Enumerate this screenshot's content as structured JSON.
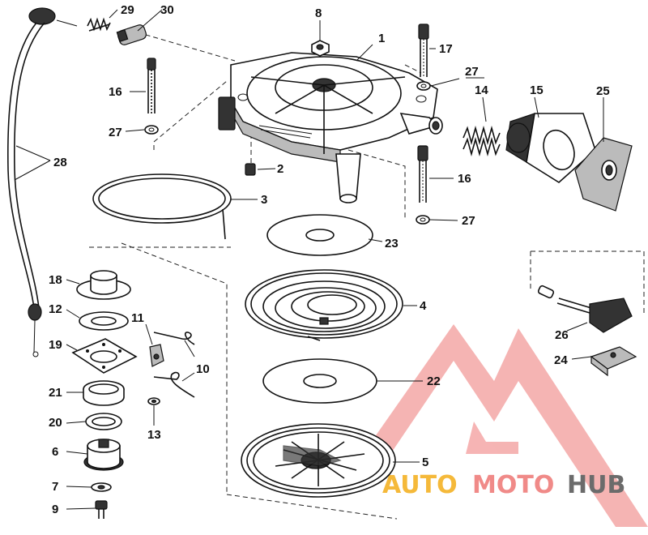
{
  "diagram": {
    "labels": {
      "l1": "1",
      "l2": "2",
      "l3": "3",
      "l4": "4",
      "l5": "5",
      "l6": "6",
      "l7": "7",
      "l8": "8",
      "l9": "9",
      "l10": "10",
      "l11": "11",
      "l12": "12",
      "l13": "13",
      "l14": "14",
      "l15": "15",
      "l16a": "16",
      "l16b": "16",
      "l17": "17",
      "l18": "18",
      "l19": "19",
      "l20": "20",
      "l21": "21",
      "l22": "22",
      "l23": "23",
      "l24": "24",
      "l25": "25",
      "l26": "26",
      "l27a": "27",
      "l27b": "27",
      "l27c": "27",
      "l28": "28",
      "l29": "29",
      "l30": "30"
    }
  },
  "watermark": {
    "part1": "AUTO",
    "part2": "MOTO",
    "part3": "HUB",
    "color_primary": "#f08a88",
    "color_secondary": "#f5b93a",
    "color_tertiary": "#6b6b6b"
  }
}
